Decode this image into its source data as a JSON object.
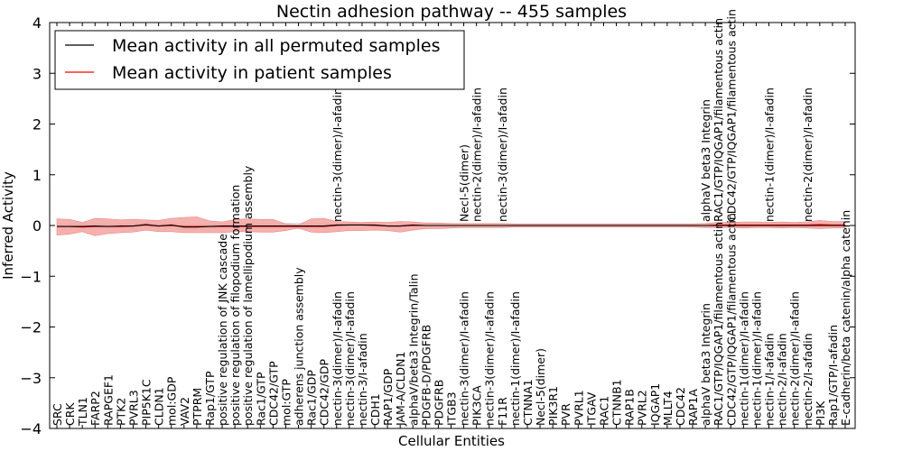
{
  "chart_data": {
    "type": "line",
    "title": "Nectin adhesion pathway -- 455 samples",
    "xlabel": "Cellular Entities",
    "ylabel": "Inferred Activity",
    "ylim": [
      -4,
      4
    ],
    "yticks": [
      -4,
      -3,
      -2,
      -1,
      0,
      1,
      2,
      3,
      4
    ],
    "ytick_labels": [
      "−4",
      "−3",
      "−2",
      "−1",
      "0",
      "1",
      "2",
      "3",
      "4"
    ],
    "grid": false,
    "legend_position": "top-left",
    "categories": [
      "SRC",
      "CRK",
      "TLN1",
      "FARP2",
      "RAPGEF1",
      "PTK2",
      "PVRL3",
      "PIP5K1C",
      "CLDN1",
      "mol:GDP",
      "VAV2",
      "PTPRM",
      "Rap1/GTP",
      "positive regulation of JNK cascade",
      "positive regulation of filopodium formation",
      "positive regulation of lamellipodium assembly",
      "Rac1/GTP",
      "CDC42/GTP",
      "mol:GTP",
      "adherens junction assembly",
      "Rac1/GDP",
      "CDC42/GDP",
      "nectin-3(dimer)/I-afadin",
      "nectin-3(dimer)/I-afadin",
      "nectin-3/I-afadin",
      "CDH1",
      "RAP1/GDP",
      "JAM-A/CLDN1",
      "alphaV/beta3 Integrin/Talin",
      "PDGFB-D/PDGFRB",
      "PDGFRB",
      "ITGB3",
      "nectin-3(dimer)/I-afadin",
      "PIK3CA",
      "nectin-3(dimer)/I-afadin",
      "F11R",
      "nectin-1(dimer)/I-afadin",
      "CTNNA1",
      "Necl-5(dimer)",
      "PIK3R1",
      "PVR",
      "PVRL1",
      "ITGAV",
      "RAC1",
      "CTNNB1",
      "RAP1B",
      "PVRL2",
      "IQGAP1",
      "MLLT4",
      "CDC42",
      "RAP1A",
      "alphaV beta3 Integrin",
      "RAC1/GTP/IQGAP1/filamentous actin",
      "CDC42/GTP/IQGAP1/filamentous actin",
      "nectin-1(dimer)/I-afadin",
      "nectin-1(dimer)/I-afadin",
      "nectin-1/I-afadin",
      "nectin-2/I-afadin",
      "nectin-2(dimer)/I-afadin",
      "nectin-2/I-afadin",
      "PI3K",
      "Rap1/GTP/I-afadin",
      "E-cadherin/beta catenin/alpha catenin"
    ],
    "top_labels": [
      {
        "index": 22,
        "text": "nectin-3(dimer)/I-afadin"
      },
      {
        "index": 32,
        "text": "Necl-5(dimer)"
      },
      {
        "index": 33,
        "text": "nectin-2(dimer)/I-afadin"
      },
      {
        "index": 35,
        "text": "nectin-3(dimer)/I-afadin"
      },
      {
        "index": 51,
        "text": "alphaV beta3 Integrin"
      },
      {
        "index": 52,
        "text": "RAC1/GTP/IQGAP1/filamentous actin"
      },
      {
        "index": 53,
        "text": "CDC42/GTP/IQGAP1/filamentous actin"
      },
      {
        "index": 56,
        "text": "nectin-1(dimer)/I-afadin"
      },
      {
        "index": 59,
        "text": "nectin-2(dimer)/I-afadin"
      }
    ],
    "series": [
      {
        "name": "Mean activity in all permuted samples",
        "color": "#000000",
        "values": [
          -0.02,
          -0.02,
          -0.02,
          -0.01,
          -0.02,
          -0.01,
          -0.01,
          0.02,
          -0.01,
          0.01,
          -0.03,
          -0.03,
          -0.02,
          -0.01,
          -0.01,
          -0.01,
          -0.01,
          -0.01,
          -0.01,
          -0.01,
          -0.01,
          -0.01,
          0.01,
          0.01,
          0.01,
          0.01,
          -0.01,
          -0.01,
          0.01,
          0.0,
          0.0,
          0.0,
          0.0,
          0.0,
          0.0,
          0.0,
          0.0,
          0.0,
          0.0,
          0.0,
          0.0,
          0.0,
          0.0,
          0.0,
          0.0,
          0.0,
          0.0,
          0.0,
          0.0,
          0.0,
          0.0,
          0.0,
          0.0,
          0.0,
          0.0,
          0.0,
          0.0,
          0.0,
          0.0,
          0.0,
          0.0,
          0.0,
          0.0
        ],
        "band": [
          0.06,
          0.06,
          0.06,
          0.06,
          0.06,
          0.06,
          0.06,
          0.06,
          0.06,
          0.06,
          0.06,
          0.06,
          0.06,
          0.06,
          0.06,
          0.06,
          0.06,
          0.06,
          0.06,
          0.06,
          0.06,
          0.06,
          0.04,
          0.04,
          0.04,
          0.04,
          0.04,
          0.04,
          0.04,
          0.04,
          0.04,
          0.04,
          0.04,
          0.04,
          0.04,
          0.04,
          0.04,
          0.04,
          0.04,
          0.04,
          0.04,
          0.04,
          0.04,
          0.04,
          0.04,
          0.04,
          0.04,
          0.04,
          0.04,
          0.04,
          0.04,
          0.04,
          0.04,
          0.04,
          0.04,
          0.04,
          0.04,
          0.04,
          0.04,
          0.04,
          0.04,
          0.04,
          0.04
        ]
      },
      {
        "name": "Mean activity in patient samples",
        "color": "#ff0000",
        "fill_color": "#f4a3a0",
        "values": [
          -0.02,
          -0.02,
          -0.03,
          -0.02,
          -0.02,
          -0.02,
          -0.01,
          0.01,
          -0.01,
          0.0,
          -0.02,
          -0.02,
          -0.02,
          -0.02,
          -0.02,
          -0.02,
          -0.02,
          -0.02,
          -0.02,
          -0.02,
          -0.02,
          -0.02,
          0.0,
          0.01,
          0.01,
          0.0,
          -0.01,
          -0.01,
          0.0,
          0.0,
          0.0,
          0.0,
          0.0,
          0.0,
          0.0,
          0.0,
          0.0,
          0.0,
          0.0,
          0.0,
          0.0,
          0.0,
          0.0,
          0.0,
          0.0,
          0.0,
          0.0,
          0.0,
          0.0,
          0.0,
          0.0,
          0.0,
          0.01,
          0.01,
          0.01,
          0.01,
          0.01,
          0.01,
          0.01,
          0.01,
          0.02,
          0.01,
          0.01
        ],
        "upper": [
          0.13,
          0.12,
          0.06,
          0.14,
          0.13,
          0.11,
          0.12,
          0.11,
          0.1,
          0.14,
          0.16,
          0.17,
          0.09,
          0.07,
          0.12,
          0.13,
          0.12,
          0.12,
          0.03,
          0.01,
          0.13,
          0.14,
          0.08,
          0.07,
          0.06,
          0.07,
          0.06,
          0.08,
          0.07,
          0.05,
          0.05,
          0.04,
          0.04,
          0.04,
          0.04,
          0.04,
          0.03,
          0.03,
          0.03,
          0.03,
          0.03,
          0.03,
          0.03,
          0.03,
          0.03,
          0.03,
          0.03,
          0.03,
          0.03,
          0.03,
          0.03,
          0.04,
          0.06,
          0.06,
          0.07,
          0.07,
          0.06,
          0.07,
          0.06,
          0.07,
          0.1,
          0.08,
          0.08
        ],
        "lower": [
          -0.19,
          -0.17,
          -0.12,
          -0.2,
          -0.16,
          -0.14,
          -0.13,
          -0.09,
          -0.12,
          -0.12,
          -0.14,
          -0.14,
          -0.14,
          -0.14,
          -0.12,
          -0.12,
          -0.13,
          -0.13,
          -0.1,
          -0.05,
          -0.13,
          -0.14,
          -0.12,
          -0.1,
          -0.1,
          -0.09,
          -0.1,
          -0.13,
          -0.09,
          -0.06,
          -0.06,
          -0.05,
          -0.04,
          -0.04,
          -0.04,
          -0.04,
          -0.03,
          -0.03,
          -0.03,
          -0.03,
          -0.03,
          -0.03,
          -0.03,
          -0.03,
          -0.03,
          -0.03,
          -0.03,
          -0.03,
          -0.03,
          -0.03,
          -0.03,
          -0.04,
          -0.04,
          -0.04,
          -0.05,
          -0.04,
          -0.04,
          -0.05,
          -0.04,
          -0.05,
          -0.06,
          -0.05,
          -0.05
        ]
      }
    ]
  }
}
